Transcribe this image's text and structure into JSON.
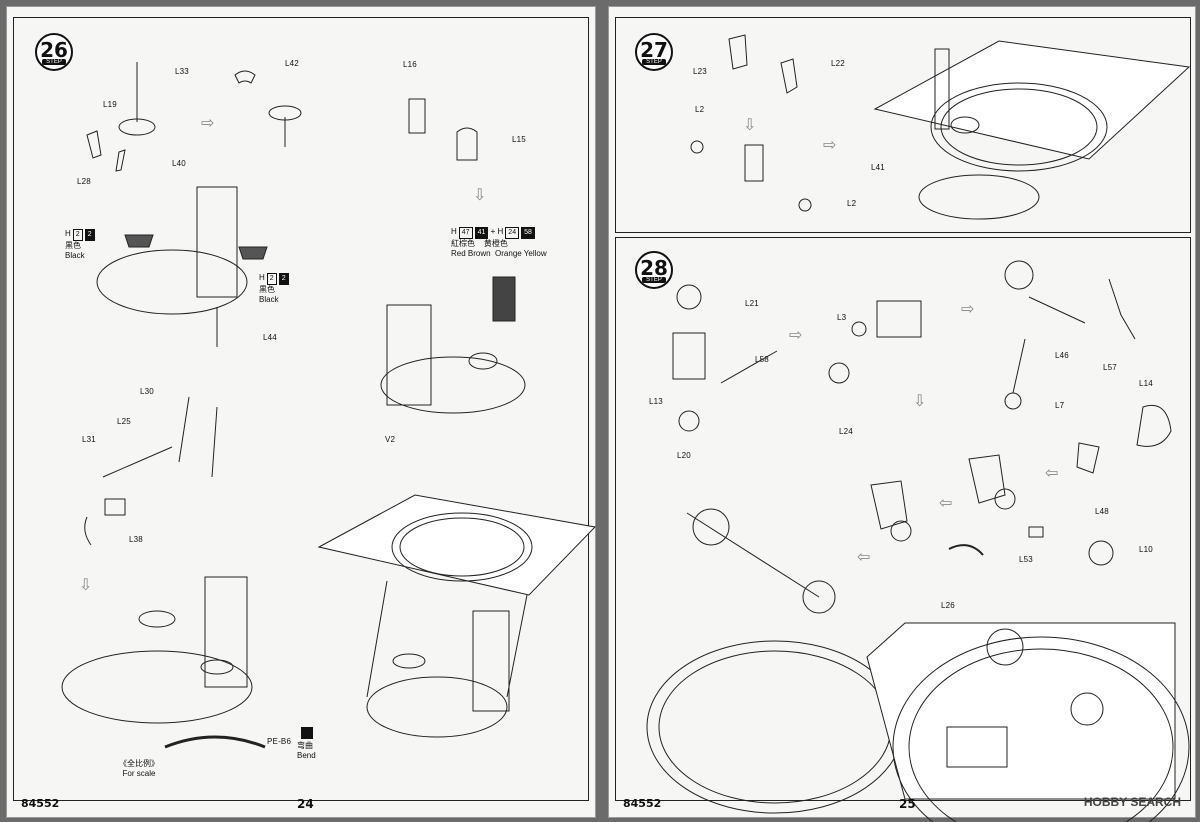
{
  "left_page": {
    "step_number": "26",
    "step_word": "STEP",
    "parts": [
      "L33",
      "L42",
      "L19",
      "L16",
      "L15",
      "L28",
      "L40",
      "L44",
      "L30",
      "L25",
      "L31",
      "L38",
      "V2",
      "PE-B6"
    ],
    "paint_black_1": {
      "code": "H",
      "n1": "2",
      "n2": "2",
      "zh": "黒色",
      "en": "Black"
    },
    "paint_black_2": {
      "code": "H",
      "n1": "2",
      "n2": "2",
      "zh": "黒色",
      "en": "Black"
    },
    "paint_mix": {
      "code1": "H",
      "n1a": "47",
      "n1b": "41",
      "plus": "+",
      "code2": "H",
      "n2a": "24",
      "n2b": "58",
      "zh1": "紅棕色",
      "zh2": "黄橙色",
      "en1": "Red Brown",
      "en2": "Orange Yellow"
    },
    "scale_zh": "《全比例》",
    "scale_en": "For scale",
    "bend_zh": "弯曲",
    "bend_en": "Bend",
    "doc_number": "84552",
    "page_number": "24"
  },
  "right_page": {
    "step27": {
      "number": "27",
      "word": "STEP",
      "parts": [
        "L23",
        "L22",
        "L2",
        "L2",
        "L41"
      ]
    },
    "step28": {
      "number": "28",
      "word": "STEP",
      "parts": [
        "L21",
        "L3",
        "L46",
        "L57",
        "L58",
        "L13",
        "L7",
        "L24",
        "L14",
        "L20",
        "L48",
        "L53",
        "L10",
        "L26"
      ]
    },
    "doc_number": "84552",
    "page_number": "25"
  },
  "watermark": "HOBBY SEARCH"
}
